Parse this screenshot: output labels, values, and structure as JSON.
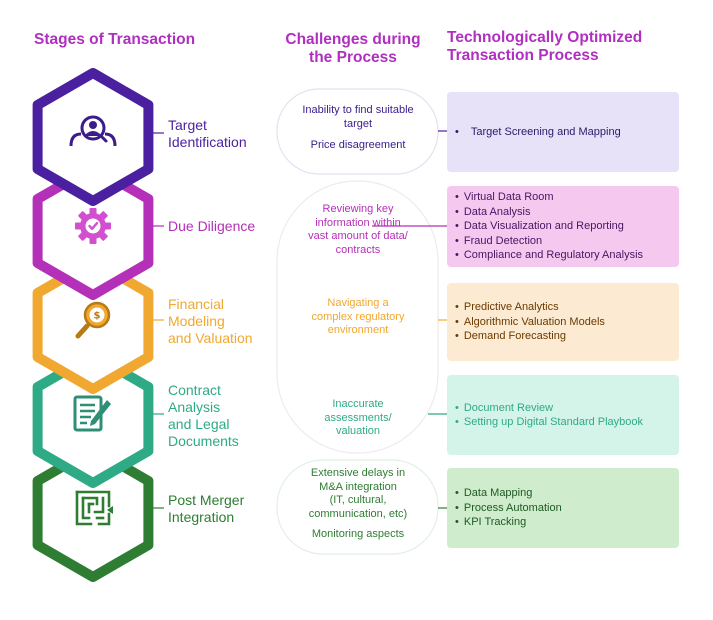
{
  "headers": {
    "stages": "Stages of Transaction",
    "challenges": [
      "Challenges during",
      "the Process"
    ],
    "optimized": [
      "Technologically Optimized",
      "Transaction Process"
    ]
  },
  "stages": [
    {
      "name": [
        "Target",
        "Identification"
      ],
      "color": "#4a1fa0",
      "icon": "user-search-icon"
    },
    {
      "name": [
        "Due Diligence"
      ],
      "color": "#b530b8",
      "icon": "gear-check-icon"
    },
    {
      "name": [
        "Financial",
        "Modeling",
        "and Valuation"
      ],
      "color": "#f0a830",
      "icon": "dollar-magnifier-icon"
    },
    {
      "name": [
        "Contract",
        "Analysis",
        "and Legal",
        "Documents"
      ],
      "color": "#2faa86",
      "icon": "document-pen-icon"
    },
    {
      "name": [
        "Post Merger",
        "Integration"
      ],
      "color": "#2e7d32",
      "icon": "maze-icon"
    }
  ],
  "challenges": [
    {
      "lines": [
        "Inability to find suitable",
        "target",
        "",
        "Price disagreement"
      ],
      "color": "#3a1c8a"
    },
    {
      "lines": [
        "Reviewing key",
        "information within",
        "vast amount of data/",
        "contracts"
      ],
      "color": "#b530b8"
    },
    {
      "lines": [
        "Navigating a",
        "complex regulatory",
        "environment"
      ],
      "color": "#f0a830"
    },
    {
      "lines": [
        "Inaccurate",
        "assessments/",
        "valuation"
      ],
      "color": "#2faa86"
    },
    {
      "lines": [
        "Extensive delays in",
        "M&A integration",
        "(IT, cultural,",
        "communication, etc)",
        "",
        "Monitoring aspects"
      ],
      "color": "#2e7d32"
    }
  ],
  "solutions": [
    {
      "items": [
        "Target Screening and Mapping"
      ],
      "bg": "#e8e2f8",
      "color": "#2a1a6a"
    },
    {
      "items": [
        "Virtual Data Room",
        "Data Analysis",
        "Data Visualization and Reporting",
        "Fraud Detection",
        "Compliance and Regulatory Analysis"
      ],
      "bg": "#f5c8f0",
      "color": "#4a1460"
    },
    {
      "items": [
        "Predictive Analytics",
        "Algorithmic Valuation Models",
        "Demand Forecasting"
      ],
      "bg": "#fcebd2",
      "color": "#6a3a00"
    },
    {
      "items": [
        "Document Review",
        "Setting up Digital Standard Playbook"
      ],
      "bg": "#d4f4ea",
      "color": "#2faa86"
    },
    {
      "items": [
        "Data Mapping",
        "Process Automation",
        "KPI Tracking"
      ],
      "bg": "#cfeccd",
      "color": "#1e5a22"
    }
  ]
}
